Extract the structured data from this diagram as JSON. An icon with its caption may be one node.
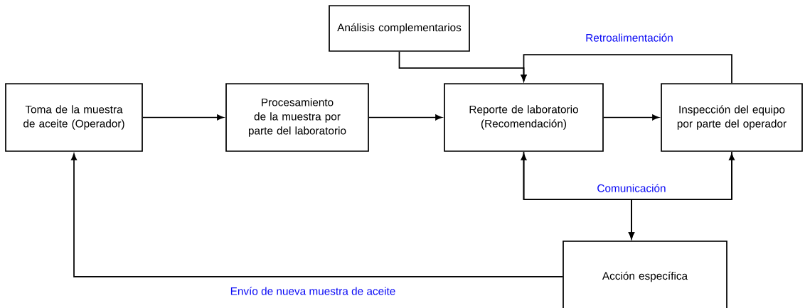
{
  "diagram": {
    "nodes": [
      {
        "text": [
          "Toma de la muestra de aceite (Operador)"
        ]
      },
      {
        "text": [
          "Procesamiento de la muestra por parte del laboratorio"
        ]
      },
      {
        "text": [
          "Análisis complementarios"
        ]
      },
      {
        "text": [
          "Reporte de laboratorio (Recomendación)"
        ]
      },
      {
        "text": [
          "Inspección del equipo por parte del operador"
        ]
      },
      {
        "text": [
          "Acción específica"
        ]
      }
    ],
    "edges": [
      {
        "from": 0,
        "to": 1,
        "arrow": "to"
      },
      {
        "from": 1,
        "to": 3,
        "arrow": "to"
      },
      {
        "from": 3,
        "to": 4,
        "arrow": "to"
      },
      {
        "from": 2,
        "to": 3,
        "arrow": "to"
      },
      {
        "from": 4,
        "to": 3,
        "arrow": "to",
        "label": "Retroalimentación"
      },
      {
        "from": 3,
        "to": 4,
        "arrow": "both",
        "label": "Comunicación"
      },
      {
        "from": 3,
        "to": 5,
        "arrow": "to"
      },
      {
        "from": 4,
        "to": 5,
        "arrow": "to"
      },
      {
        "from": 5,
        "to": 0,
        "arrow": "to",
        "label": "Envío de nueva muestra de aceite"
      }
    ]
  }
}
